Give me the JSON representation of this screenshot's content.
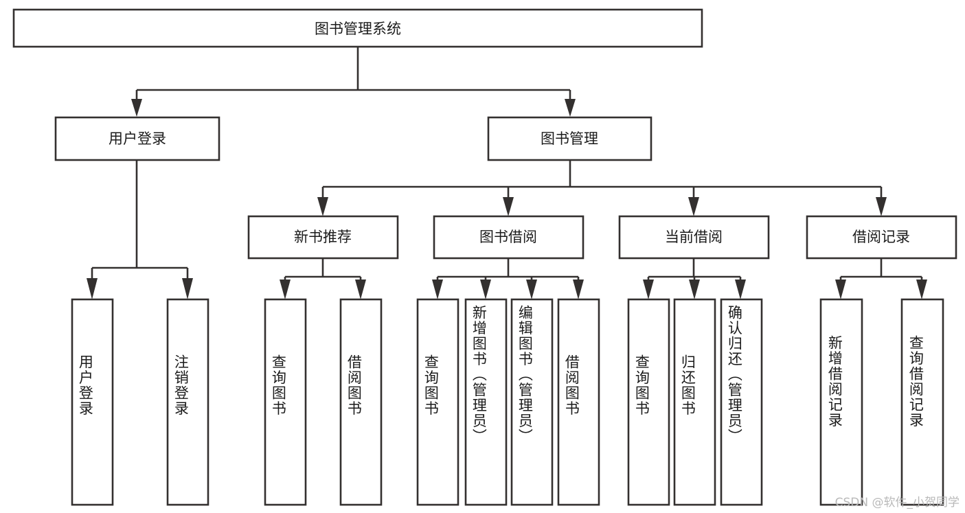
{
  "diagram": {
    "type": "tree-hierarchy",
    "title": "图书管理系统",
    "watermark": "CSDN @软件_小贺同学",
    "colors": {
      "stroke": "#33302f",
      "fill": "#ffffff",
      "text": "#1b1b1b",
      "watermark": "#b9b9b9",
      "background": "#ffffff"
    },
    "levels": {
      "root": {
        "label": "图书管理系统"
      },
      "level2": [
        {
          "label": "用户登录"
        },
        {
          "label": "图书管理"
        }
      ],
      "level3": [
        {
          "label": "新书推荐"
        },
        {
          "label": "图书借阅"
        },
        {
          "label": "当前借阅"
        },
        {
          "label": "借阅记录"
        }
      ]
    },
    "nodes": {
      "root": "图书管理系统",
      "user_login": "用户登录",
      "book_manage": "图书管理",
      "new_book_recommend": "新书推荐",
      "book_borrow": "图书借阅",
      "current_borrow": "当前借阅",
      "borrow_record": "借阅记录",
      "leaf_user_login": "用户登录",
      "leaf_logout": "注销登录",
      "leaf_query_book_1": "查询图书",
      "leaf_borrow_book_1": "借阅图书",
      "leaf_query_book_2": "查询图书",
      "leaf_add_book_admin": "新增图书（管理员）",
      "leaf_edit_book_admin": "编辑图书（管理员）",
      "leaf_borrow_book_2": "借阅图书",
      "leaf_query_book_3": "查询图书",
      "leaf_return_book": "归还图书",
      "leaf_confirm_return_admin": "确认归还（管理员）",
      "leaf_add_borrow_record": "新增借阅记录",
      "leaf_query_borrow_record": "查询借阅记录"
    },
    "edges": [
      {
        "from": "图书管理系统",
        "to": "用户登录"
      },
      {
        "from": "图书管理系统",
        "to": "图书管理"
      },
      {
        "from": "用户登录",
        "to": "用户登录"
      },
      {
        "from": "用户登录",
        "to": "注销登录"
      },
      {
        "from": "图书管理",
        "to": "新书推荐"
      },
      {
        "from": "图书管理",
        "to": "图书借阅"
      },
      {
        "from": "图书管理",
        "to": "当前借阅"
      },
      {
        "from": "图书管理",
        "to": "借阅记录"
      },
      {
        "from": "新书推荐",
        "to": "查询图书"
      },
      {
        "from": "新书推荐",
        "to": "借阅图书"
      },
      {
        "from": "图书借阅",
        "to": "查询图书"
      },
      {
        "from": "图书借阅",
        "to": "新增图书（管理员）"
      },
      {
        "from": "图书借阅",
        "to": "编辑图书（管理员）"
      },
      {
        "from": "图书借阅",
        "to": "借阅图书"
      },
      {
        "from": "当前借阅",
        "to": "查询图书"
      },
      {
        "from": "当前借阅",
        "to": "归还图书"
      },
      {
        "from": "当前借阅",
        "to": "确认归还（管理员）"
      },
      {
        "from": "借阅记录",
        "to": "新增借阅记录"
      },
      {
        "from": "借阅记录",
        "to": "查询借阅记录"
      }
    ]
  }
}
